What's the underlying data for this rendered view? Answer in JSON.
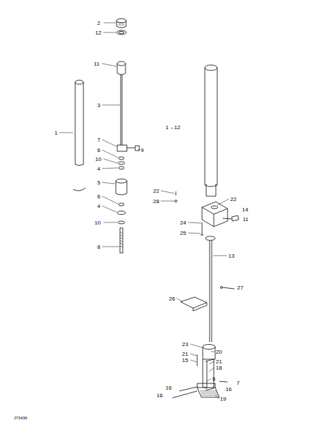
{
  "diagram": {
    "labels": [
      "2",
      "12",
      "11",
      "3",
      "1",
      "1→12",
      "7",
      "9",
      "6",
      "10",
      "4",
      "5",
      "6",
      "4",
      "10",
      "8",
      "22",
      "28",
      "22",
      "14",
      "11",
      "24",
      "25",
      "13",
      "27",
      "26",
      "23",
      "20",
      "21",
      "15",
      "21",
      "18",
      "6",
      "7",
      "16",
      "16",
      "16",
      "19",
      "J73436"
    ]
  }
}
